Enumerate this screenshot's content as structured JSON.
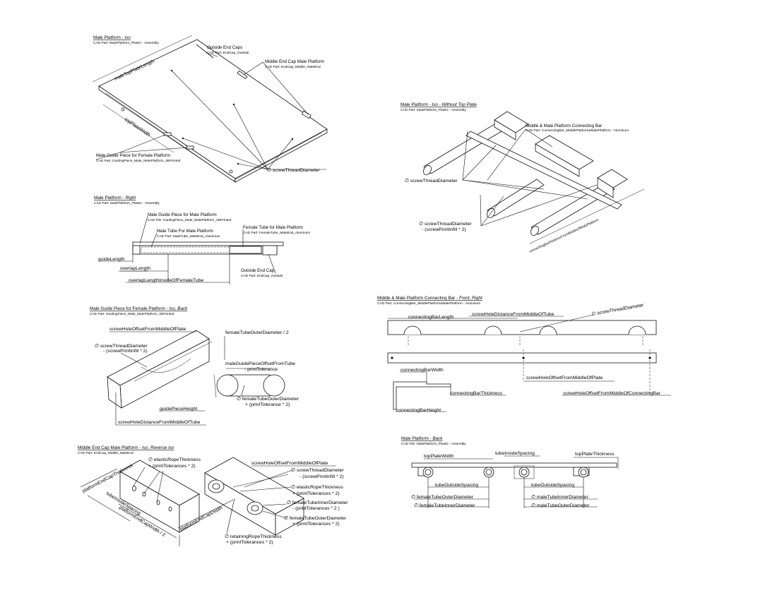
{
  "v1": {
    "title": "Male Platform",
    "title_view": "Iso",
    "cad": "CAD Part: MalePlatform_Plastic - Assembly",
    "outside_caps": "Outside End Caps",
    "outside_caps_cad": "CAD Part: EndCap_Outside",
    "middle_cap": "Middle End Cap Male Platform",
    "middle_cap_cad": "CAD Part: EndCap_Middle_MaleEnd",
    "top_length": "maleTopPlateLength",
    "top_width": "topPlateWidth",
    "guide_piece": "Male Guide Piece for Female Platform",
    "guide_piece_cad": "CAD Part: GuidingPiece_Male_MalePlatform_3DPrinted",
    "screw": "screwThreadDiameter"
  },
  "v2": {
    "title": "Male Platform",
    "title_view": "Iso - Without Top Plate",
    "cad": "CAD Part: MalePlatform_Plastic - Assembly",
    "bar": "Middle & Male Platform Connecting Bar",
    "bar_cad": "CAD Part: ConnectingBar_MiddlePlatform&MalePlatform - Aluminum",
    "screw": "screwThreadDiameter",
    "screw2": "screwThreadDiameter",
    "screw2b": "- (screwPrintInfill * 2)",
    "diag": "connectingBarDistanceFromMiddleOfMalePlatform"
  },
  "v3": {
    "title": "Male Platform",
    "title_view": "Right",
    "cad": "CAD Part: MalePlatform_Plastic - Assembly",
    "guide": "Male Guide Piece for Male Platform",
    "guide_cad": "CAD File: GuidingPiece_Male_MalePlatform_3DPrinted",
    "male_tube": "Male Tube For Male Platform",
    "male_tube_cad": "CAD Part: MaleTube_MaleEnd_Aluminum",
    "female_tube": "Female Tube for Male Platform",
    "female_tube_cad": "CAD Part: FemaleTube_MaleEnd_Aluminum",
    "guide_length": "guideLength",
    "overlap": "overlapLength",
    "overlap_mid": "overlapLengthInsideOfFemaleTube",
    "outside_cap": "Outside End Cap",
    "outside_cap_cad": "CAD Part: EndCap_Outside"
  },
  "v4": {
    "title": "Male Guide Piece for Female Platform",
    "title_view": "Iso, Back",
    "cad": "CAD Part: GuidingPiece_Male_MalePlatform_3DPrinted",
    "offset": "screwHoleOffsetFromMiddleOfPlate",
    "female_od": "femaleTubeOuterDiameter / 2",
    "screw": "screwThreadDiameter",
    "screw_b": "- (screwPrintInfill * 2)",
    "guide_offset": "maleGuidePieceOffsetFromTube",
    "guide_offset_b": "- printTolerance",
    "tube_od": "femaleTubeOuterDiameter",
    "tube_od_b": "+ (printTolerance * 2)",
    "height": "guidePieceHeight",
    "hole_dist": "screwHoleDistanceFromMiddleOfTube"
  },
  "v5": {
    "title": "Middle & Male Platform Connecting Bar",
    "title_view": "Front, Right",
    "cad": "CAD Part: ConnectingBar_MiddlePlatform&MalePlatform - Aluminum",
    "length": "connectingBarLength",
    "hole_dist": "screwHoleDistanceFromMiddleOfTube",
    "screw": "screwThreadDiameter",
    "width": "connectingBarWidth",
    "offset_plate": "screwHoleOffsetFromMiddleOfPlate",
    "thickness": "connectingBarThickness",
    "offset_bar": "screwHoleOffsetFromMiddleOfConnectingBar",
    "height": "connectingBarHeight"
  },
  "v6": {
    "title": "Middle End Cap Male Platform",
    "title_view": "Iso, Reverse Iso",
    "cad": "CAD Part: EndCap_Middle_MaleEnd",
    "cap_thk": "platformEndCapThickness",
    "elastic": "elasticRopeThickness",
    "elastic_b": "+ (printTolerances * 2)",
    "tube_spacing": "tubeInsideSpacing",
    "cap_width": "platformEndCapWidth / 2",
    "cap_depth": "platformEndCapDepth",
    "offset": "screwHoleOffsetFromMiddleOfPlate",
    "screw": "screwThreadDiameter",
    "screw_b": "- (screwPrintInfill * 2)",
    "elastic2": "elasticRopeThickness",
    "elastic2_b": "+ (printTolerances * 2)",
    "fem_in": "femaleTubeInnerDiameter",
    "fem_in_b": "- (printTolerances * 2 )",
    "fem_out": "femaleTubeOuterDiameter",
    "fem_out_b": "+ (printTolerances * 2)",
    "retain": "retainingRopeThickness",
    "retain_b": "+ (printTolerances * 2)"
  },
  "v7": {
    "title": "Male Platform",
    "title_view": "Back",
    "cad": "CAD File: MalePlatform_Plastic - Assembly",
    "inside_spacing": "tubeInsideSpacing",
    "top_width": "topPlateWidth",
    "top_thk": "topPlateThickness",
    "outside_spacing": "tubeOutsideSpacing",
    "outside_spacing2": "tubeOutsideSpacing",
    "fem_od": "femaleTubeOuterDiameter",
    "fem_id": "femaleTubeInnerDiameter",
    "male_id": "maleTubeInnerDiameter",
    "male_od": "maleTubeOuterDiameter"
  },
  "symbols": {
    "diameter": "∅"
  }
}
